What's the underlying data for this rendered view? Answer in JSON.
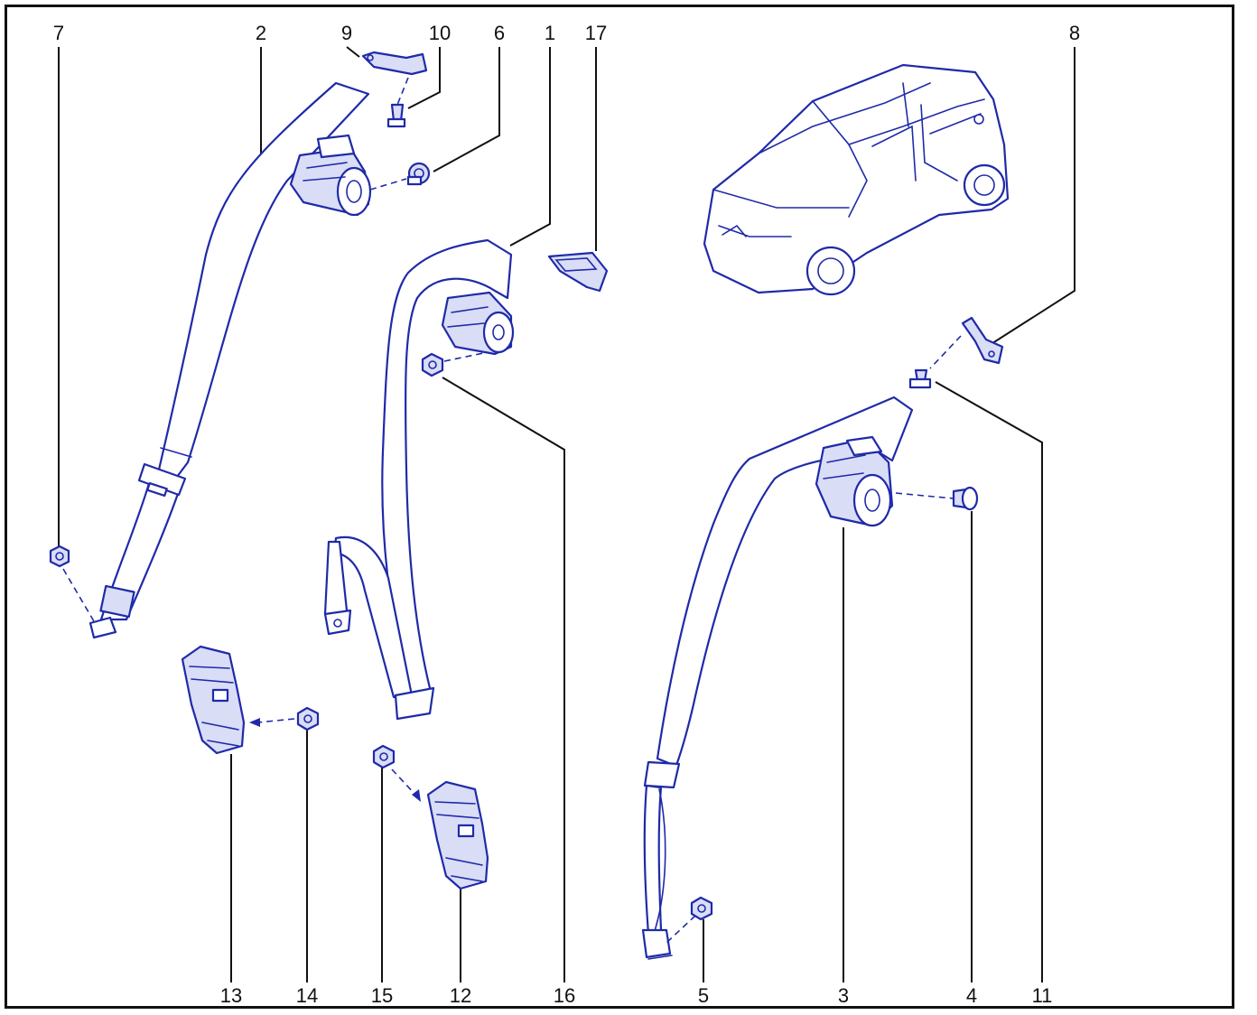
{
  "callouts": {
    "n1": "1",
    "n2": "2",
    "n3": "3",
    "n4": "4",
    "n5": "5",
    "n6": "6",
    "n7": "7",
    "n8": "8",
    "n9": "9",
    "n10": "10",
    "n11": "11",
    "n12": "12",
    "n13": "13",
    "n14": "14",
    "n15": "15",
    "n16": "16",
    "n17": "17"
  },
  "colors": {
    "linework": "#1f2aa8",
    "frame": "#111111",
    "background": "#ffffff"
  }
}
